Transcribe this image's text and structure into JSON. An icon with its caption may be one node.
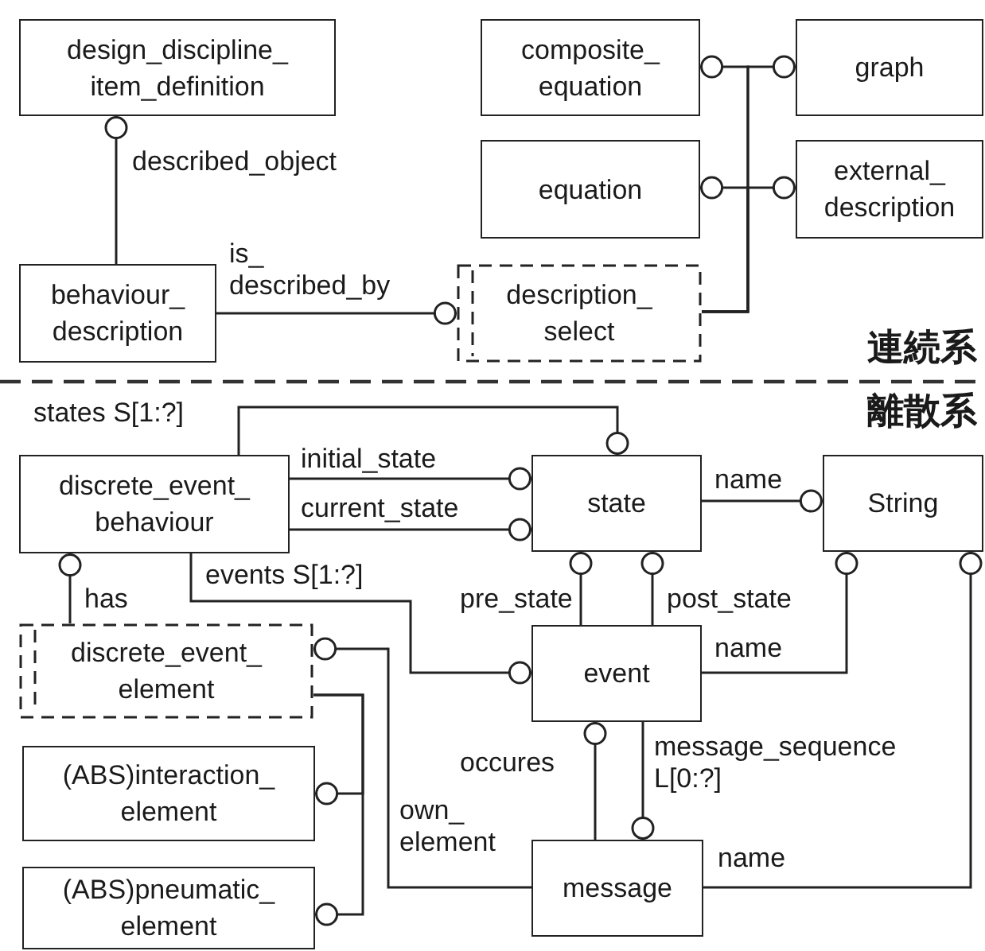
{
  "diagram": {
    "nodes": [
      {
        "text": [
          "design_discipline_ item_definition"
        ]
      },
      {
        "text": [
          "composite_ equation"
        ]
      },
      {
        "text": [
          "graph"
        ]
      },
      {
        "text": [
          "equation"
        ]
      },
      {
        "text": [
          "external_ description"
        ]
      },
      {
        "text": [
          "behaviour_ description"
        ]
      },
      {
        "text": [
          "description_ select"
        ]
      },
      {
        "text": [
          "discrete_event_ behaviour"
        ]
      },
      {
        "text": [
          "state"
        ]
      },
      {
        "text": [
          "String"
        ]
      },
      {
        "text": [
          "event"
        ]
      },
      {
        "text": [
          "discrete_event_ element"
        ]
      },
      {
        "text": [
          "(ABS)interaction_ element"
        ]
      },
      {
        "text": [
          "(ABS)pneumatic_ element"
        ]
      },
      {
        "text": [
          "message"
        ]
      }
    ],
    "edges": [
      {
        "from": 5,
        "to": 0,
        "arrow": "other",
        "label": "described_object"
      },
      {
        "from": 5,
        "to": 6,
        "arrow": "other",
        "label": "is_ described_by"
      },
      {
        "from": 6,
        "to": 1,
        "arrow": "other"
      },
      {
        "from": 6,
        "to": 2,
        "arrow": "other"
      },
      {
        "from": 6,
        "to": 3,
        "arrow": "other"
      },
      {
        "from": 6,
        "to": 4,
        "arrow": "other"
      },
      {
        "from": 7,
        "to": 8,
        "arrow": "other",
        "label": "states S[1:?]"
      },
      {
        "from": 7,
        "to": 8,
        "arrow": "other",
        "label": "initial_state"
      },
      {
        "from": 7,
        "to": 8,
        "arrow": "other",
        "label": "current_state"
      },
      {
        "from": 8,
        "to": 9,
        "arrow": "other",
        "label": "name"
      },
      {
        "from": 7,
        "to": 10,
        "arrow": "other",
        "label": "events S[1:?]"
      },
      {
        "from": 11,
        "to": 7,
        "arrow": "other",
        "label": "has"
      },
      {
        "from": 10,
        "to": 8,
        "arrow": "other",
        "label": "pre_state"
      },
      {
        "from": 10,
        "to": 8,
        "arrow": "other",
        "label": "post_state"
      },
      {
        "from": 10,
        "to": 9,
        "arrow": "other",
        "label": "name"
      },
      {
        "from": 14,
        "to": 10,
        "arrow": "other",
        "label": "occures"
      },
      {
        "from": 10,
        "to": 14,
        "arrow": "other",
        "label": "message_sequence L[0:?]"
      },
      {
        "from": 14,
        "to": 9,
        "arrow": "other",
        "label": "name"
      },
      {
        "from": 14,
        "to": 11,
        "arrow": "other",
        "label": "own_ element"
      },
      {
        "from": 11,
        "to": 12,
        "arrow": "other"
      },
      {
        "from": 11,
        "to": 13,
        "arrow": "other"
      }
    ],
    "labels": [
      "連続系",
      "離散系"
    ]
  }
}
